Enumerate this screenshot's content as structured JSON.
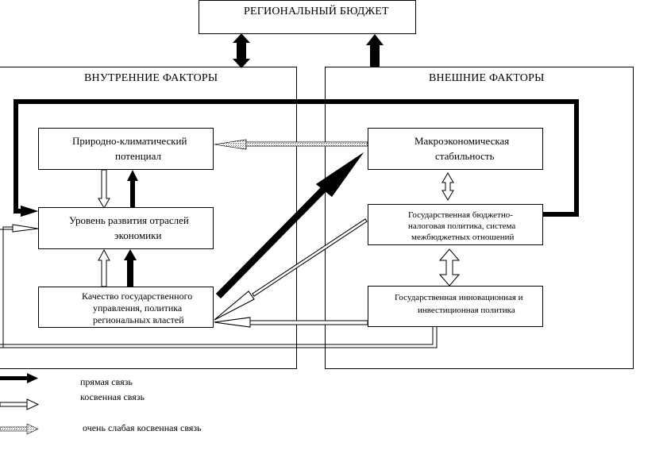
{
  "budget": {
    "title": "РЕГИОНАЛЬНЫЙ БЮДЖЕТ"
  },
  "internal": {
    "title": "ВНУТРЕННИЕ ФАКТОРЫ",
    "boxes": [
      {
        "line1": "Природно-климатический",
        "line2": "потенциал"
      },
      {
        "line1": "Уровень развития отраслей",
        "line2": "экономики"
      },
      {
        "line1": "Качество государственного",
        "line2": "управления, политика",
        "line3": "региональных властей"
      }
    ]
  },
  "external": {
    "title": "ВНЕШНИЕ ФАКТОРЫ",
    "boxes": [
      {
        "line1": "Макроэкономическая",
        "line2": "стабильность"
      },
      {
        "line1": "Государственная бюджетно-",
        "line2": "налоговая политика, система",
        "line3": "межбюджетных отношений"
      },
      {
        "line1": "Государственная инновационная и",
        "line2": "инвестиционная политика"
      }
    ]
  },
  "legend": [
    {
      "type": "direct",
      "label": "прямая связь",
      "color": "#000000"
    },
    {
      "type": "indirect",
      "label": "косвенная связь",
      "color": "#ffffff"
    },
    {
      "type": "very-weak",
      "label": "очень слабая косвенная связь",
      "color": "#b0b0b0"
    }
  ]
}
